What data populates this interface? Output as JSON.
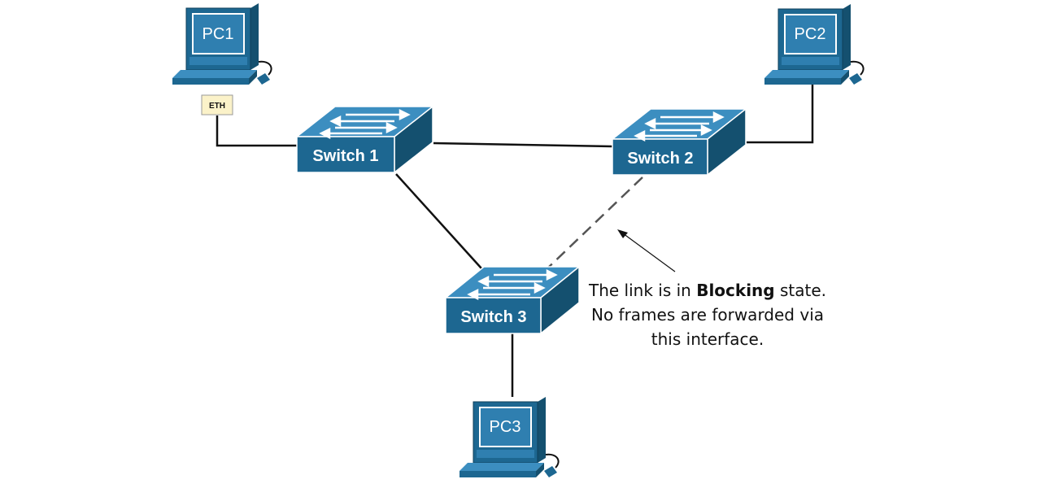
{
  "pcs": [
    {
      "id": "pc1",
      "label": "PC1"
    },
    {
      "id": "pc2",
      "label": "PC2"
    },
    {
      "id": "pc3",
      "label": "PC3"
    }
  ],
  "switches": [
    {
      "id": "sw1",
      "label": "Switch 1"
    },
    {
      "id": "sw2",
      "label": "Switch 2"
    },
    {
      "id": "sw3",
      "label": "Switch 3"
    }
  ],
  "interface_tag": "ETH",
  "links": [
    {
      "from": "PC1",
      "to": "Switch 1",
      "state": "forwarding"
    },
    {
      "from": "PC2",
      "to": "Switch 2",
      "state": "forwarding"
    },
    {
      "from": "PC3",
      "to": "Switch 3",
      "state": "forwarding"
    },
    {
      "from": "Switch 1",
      "to": "Switch 2",
      "state": "forwarding"
    },
    {
      "from": "Switch 1",
      "to": "Switch 3",
      "state": "forwarding"
    },
    {
      "from": "Switch 2",
      "to": "Switch 3",
      "state": "blocking"
    }
  ],
  "annotation": {
    "line1_pre": "The link is in ",
    "line1_bold": "Blocking",
    "line1_post": " state.",
    "line2": "No frames are forwarded via",
    "line3": "this interface."
  },
  "colors": {
    "device_front": "#1d6791",
    "device_top": "#3c8ec0",
    "device_side": "#14506f",
    "cable": "#111111",
    "eth_tag": "#fbf2c9"
  }
}
